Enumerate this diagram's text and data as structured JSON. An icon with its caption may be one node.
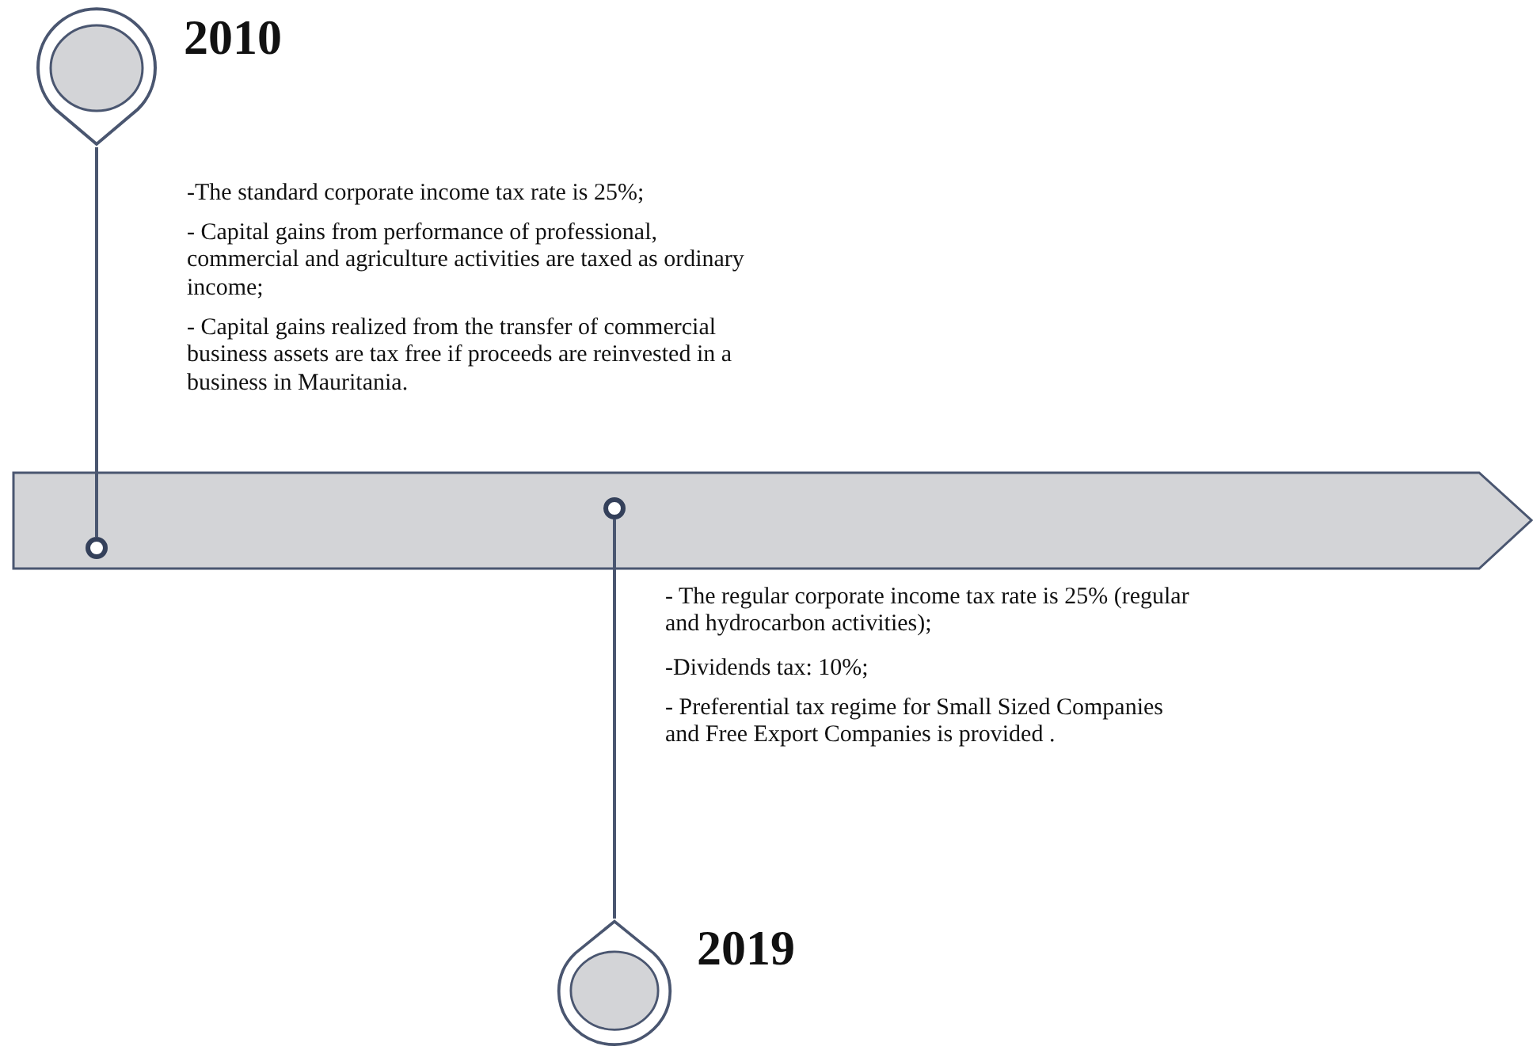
{
  "diagram": {
    "nodes": [
      {
        "text": [],
        "shape": "pin",
        "beside": [
          "2010"
        ]
      },
      {
        "text": [],
        "shape": "bar"
      },
      {
        "text": [],
        "shape": "circle",
        "in": 1
      },
      {
        "text": [],
        "shape": "circle",
        "in": 1
      },
      {
        "text": [],
        "shape": "pin",
        "beside": [
          "2019"
        ]
      }
    ],
    "edges": [
      {
        "from": 0,
        "to": 2,
        "arrow": "none"
      },
      {
        "from": 3,
        "to": 4,
        "arrow": "none"
      }
    ],
    "labels": [
      "-The standard corporate income tax rate is 25%;",
      "- Capital gains from performance of professional, commercial  and agriculture activities are taxed as ordinary income;",
      "- Capital gains realized from the transfer of commercial business assets are tax free if proceeds are reinvested in a business in Mauritania.",
      "- The regular corporate income tax rate is 25% (regular and hydrocarbon activities);",
      "-Dividends tax: 10%;",
      "- Preferential tax regime for Small Sized Companies and Free Export Companies is provided ."
    ]
  }
}
